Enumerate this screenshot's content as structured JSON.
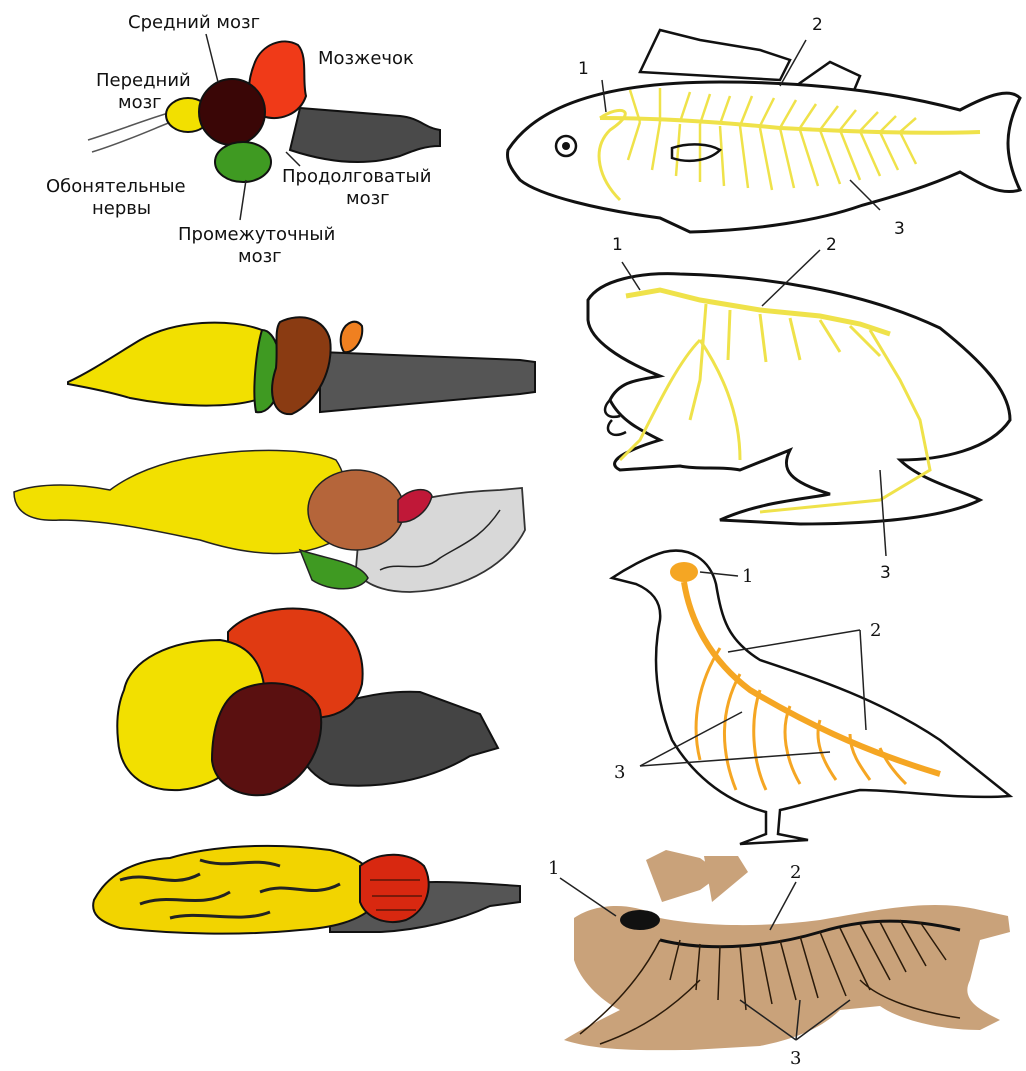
{
  "brain_labels": {
    "midbrain": "Средний мозг",
    "cerebellum": "Мозжечок",
    "forebrain_1": "Передний",
    "forebrain_2": "мозг",
    "olfactory_1": "Обонятельные",
    "olfactory_2": "нервы",
    "medulla_1": "Продолговатый",
    "medulla_2": "мозг",
    "diencephalon_1": "Промежуточный",
    "diencephalon_2": "мозг"
  },
  "nervous_system_labels": {
    "fish": [
      "1",
      "2",
      "3"
    ],
    "frog": [
      "1",
      "2",
      "3"
    ],
    "bird": [
      "1",
      "2",
      "3"
    ],
    "rabbit": [
      "1",
      "2",
      "3"
    ]
  },
  "colors": {
    "forebrain": "#f2e000",
    "midbrain_dark": "#3a0606",
    "cerebellum_red": "#f03a18",
    "medulla_gray": "#4a4a4a",
    "diencephalon_green": "#3f9a22",
    "nerves_yellow": "#efe24a",
    "nerves_orange": "#f5a623",
    "rabbit_body": "#c9a27a"
  }
}
